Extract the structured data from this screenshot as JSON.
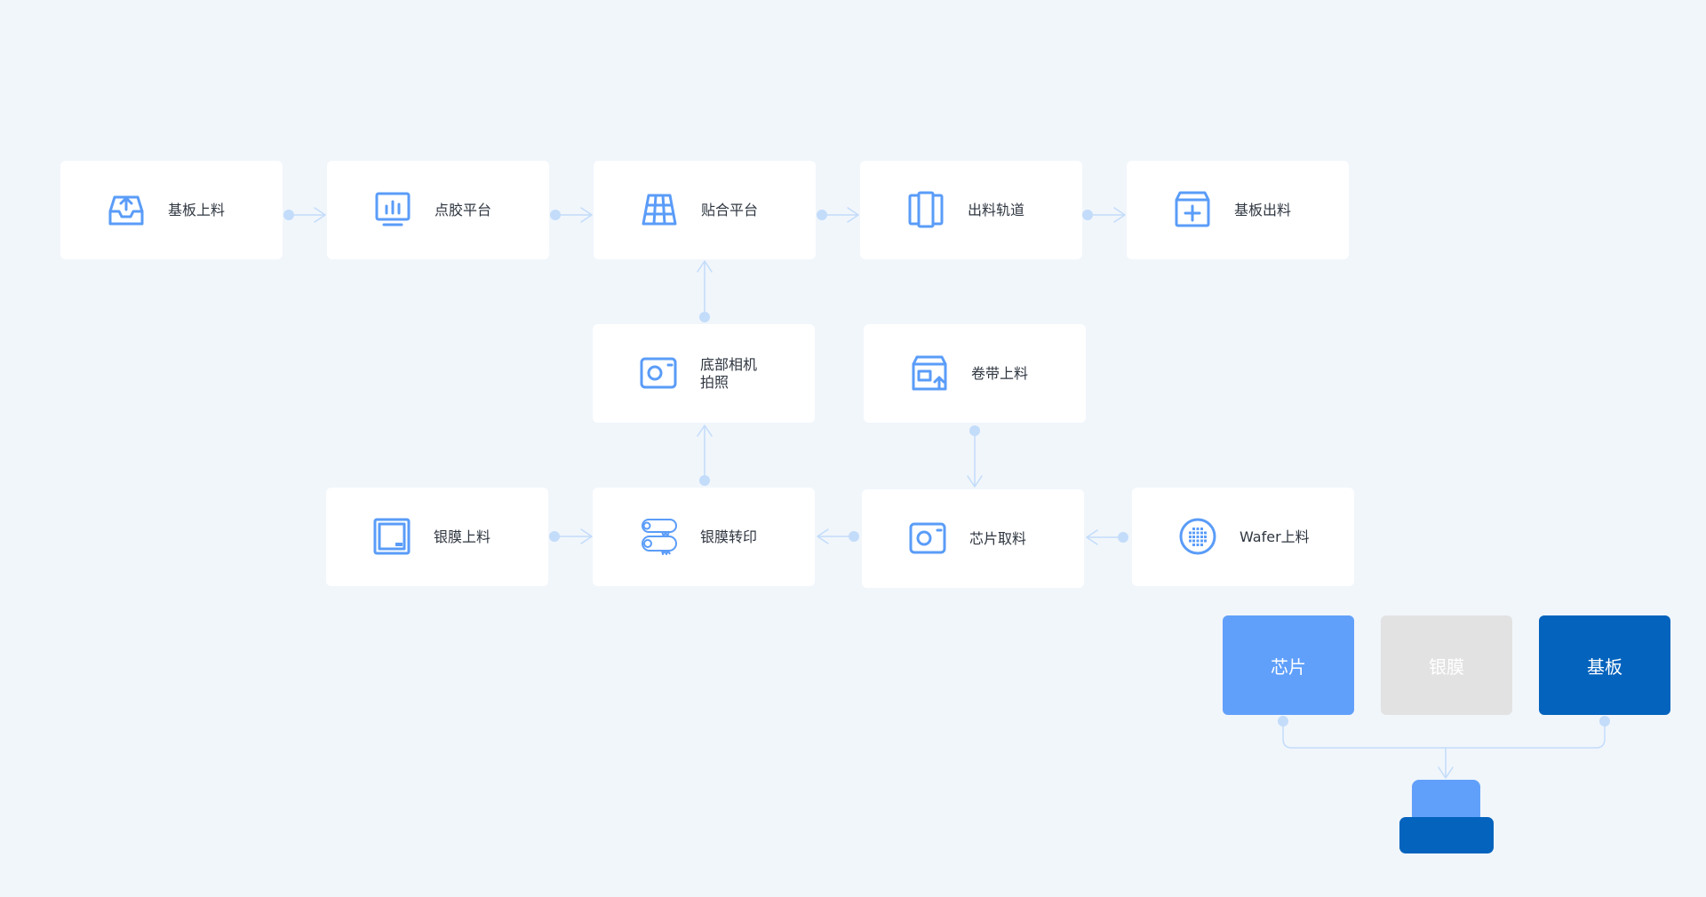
{
  "colors": {
    "background": "#f1f6fb",
    "node_bg": "#ffffff",
    "icon": "#5a9cf8",
    "connector": "#c3dcfa",
    "chip": "#60a0fb",
    "silver_film": "#e2e2e2",
    "substrate": "#0363bd"
  },
  "nodes": {
    "substrate_load": {
      "label": "基板上料",
      "icon": "tray-upload-icon"
    },
    "dispense_platform": {
      "label": "点胶平台",
      "icon": "monitor-chart-icon"
    },
    "bond_platform": {
      "label": "贴合平台",
      "icon": "grid-panel-icon"
    },
    "output_rail": {
      "label": "出料轨道",
      "icon": "rails-icon"
    },
    "substrate_unload": {
      "label": "基板出料",
      "icon": "box-plus-icon"
    },
    "bottom_camera": {
      "label": "底部相机\n拍照",
      "icon": "camera-icon"
    },
    "tape_load": {
      "label": "卷带上料",
      "icon": "tape-box-icon"
    },
    "silver_film_load": {
      "label": "银膜上料",
      "icon": "square-panel-icon"
    },
    "silver_film_transfer": {
      "label": "银膜转印",
      "icon": "rollers-icon"
    },
    "chip_pick": {
      "label": "芯片取料",
      "icon": "camera-icon"
    },
    "wafer_load": {
      "label": "Wafer上料",
      "icon": "wafer-icon"
    }
  },
  "legend": {
    "chip": "芯片",
    "silver_film": "银膜",
    "substrate": "基板"
  }
}
